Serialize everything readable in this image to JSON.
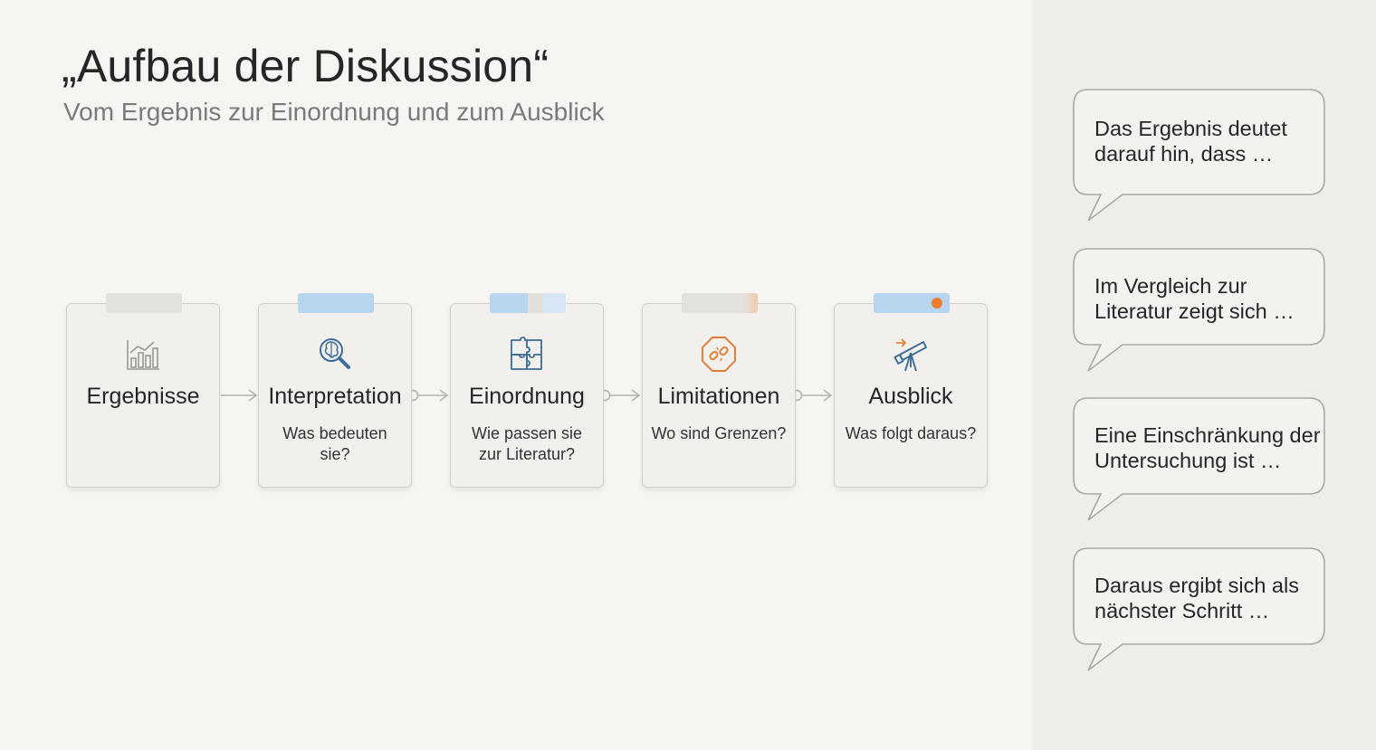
{
  "header": {
    "title": "„Aufbau der Diskussion“",
    "subtitle": "Vom Ergebnis zur Einordnung und zum Ausblick"
  },
  "steps": [
    {
      "title": "Ergebnisse",
      "subtitle": "",
      "icon": "bar-chart-icon"
    },
    {
      "title": "Interpretation",
      "subtitle": "Was bedeuten sie?",
      "icon": "brain-magnifier-icon"
    },
    {
      "title": "Einordnung",
      "subtitle": "Wie passen sie zur Literatur?",
      "icon": "puzzle-icon"
    },
    {
      "title": "Limitationen",
      "subtitle": "Wo sind Grenzen?",
      "icon": "broken-link-icon"
    },
    {
      "title": "Ausblick",
      "subtitle": "Was folgt daraus?",
      "icon": "telescope-icon"
    }
  ],
  "phrases": [
    "Das Ergebnis deutet darauf hin, dass …",
    "Im Vergleich zur Literatur zeigt sich …",
    "Eine Einschränkung der Untersuchung ist …",
    "Daraus ergibt sich als nächster Schritt …"
  ],
  "colors": {
    "accent_blue": "#3d6c97",
    "accent_orange": "#ea7d2e",
    "card_border": "#cfcecb",
    "background": "#f6f5f1"
  }
}
